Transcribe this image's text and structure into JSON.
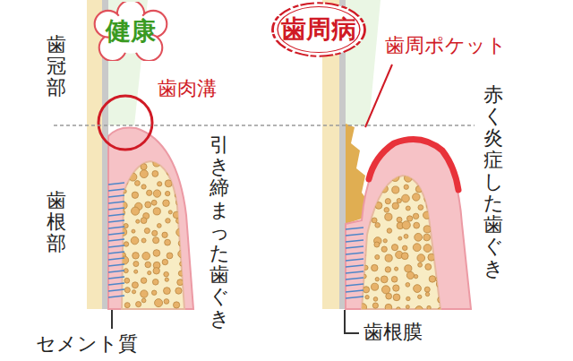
{
  "diagram": {
    "nodes": [
      {
        "text": [
          "健康"
        ]
      },
      {
        "text": [
          "歯周病"
        ]
      }
    ],
    "labels": [
      "歯冠部",
      "歯根部",
      "歯肉溝",
      "引き締まった歯ぐき",
      "セメント質",
      "歯周ポケット",
      "赤く炎症した歯ぐき",
      "歯根膜"
    ]
  }
}
